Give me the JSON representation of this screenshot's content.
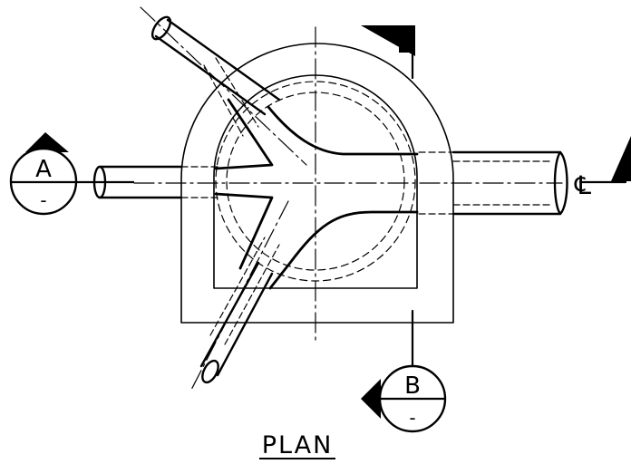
{
  "drawing": {
    "title": "PLAN",
    "section_a": {
      "letter": "A",
      "sheet": "-"
    },
    "section_b": {
      "letter": "B",
      "sheet": "-"
    },
    "centerline_symbol": "℄"
  }
}
